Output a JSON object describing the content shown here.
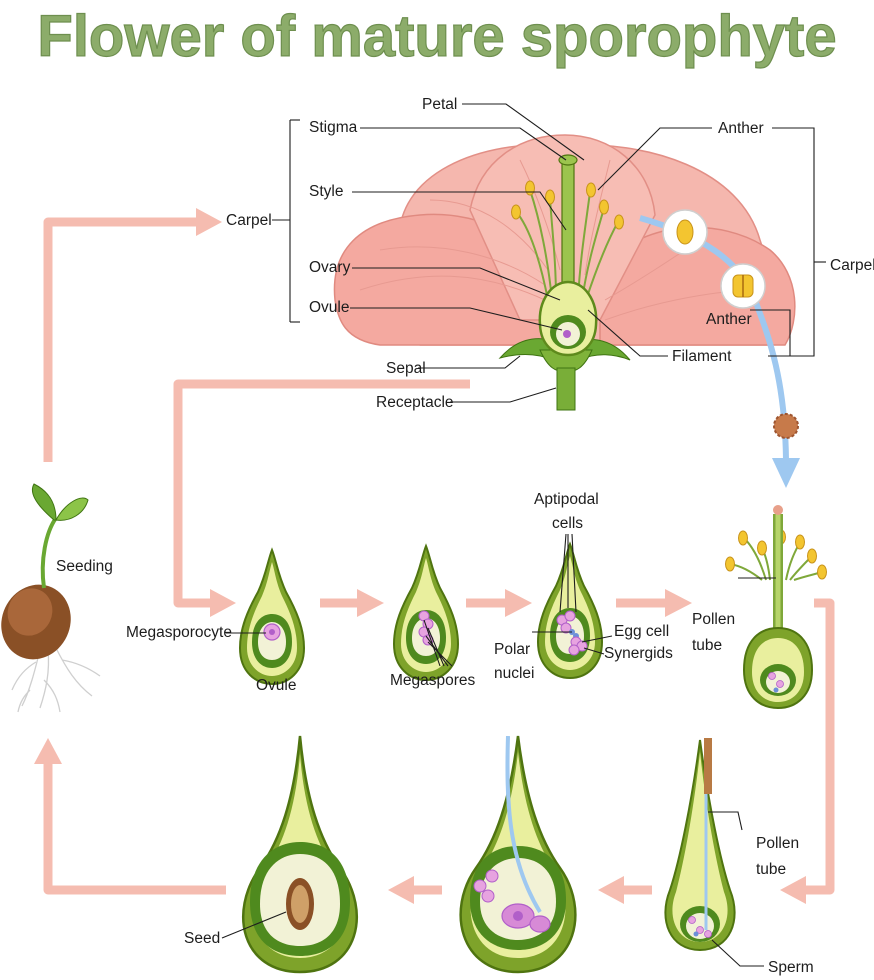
{
  "title": "Flower of mature sporophyte",
  "flower_labels": {
    "petal": "Petal",
    "stigma": "Stigma",
    "style": "Style",
    "ovary": "Ovary",
    "ovule": "Ovule",
    "sepal": "Sepal",
    "receptacle": "Receptacle",
    "carpel_left": "Carpel",
    "anther_top": "Anther",
    "anther_mid": "Anther",
    "filament": "Filament",
    "carpel_right": "Carpel"
  },
  "stage_labels": {
    "seeding": "Seeding",
    "megasporocyte": "Megasporocyte",
    "ovule": "Ovule",
    "megaspores": "Megaspores",
    "antipodal_line1": "Aptipodal",
    "antipodal_line2": "cells",
    "egg_cell": "Egg cell",
    "synergids": "Synergids",
    "polar_line1": "Polar",
    "polar_line2": "nuclei",
    "pollen_tube_1_line1": "Pollen",
    "pollen_tube_1_line2": "tube",
    "pollen_tube_2_line1": "Pollen",
    "pollen_tube_2_line2": "tube",
    "sperm": "Sperm",
    "seed": "Seed"
  },
  "colors": {
    "title_green": "#8cac6a",
    "petal_pink": "#f4a9a0",
    "cycle_arrow": "#f5bcb0",
    "pollen_path": "#9ec8f0",
    "ovule_green": "#5e8a1c",
    "ovule_yellow": "#e8ee9a",
    "nucleus_purple": "#b15fc9"
  }
}
